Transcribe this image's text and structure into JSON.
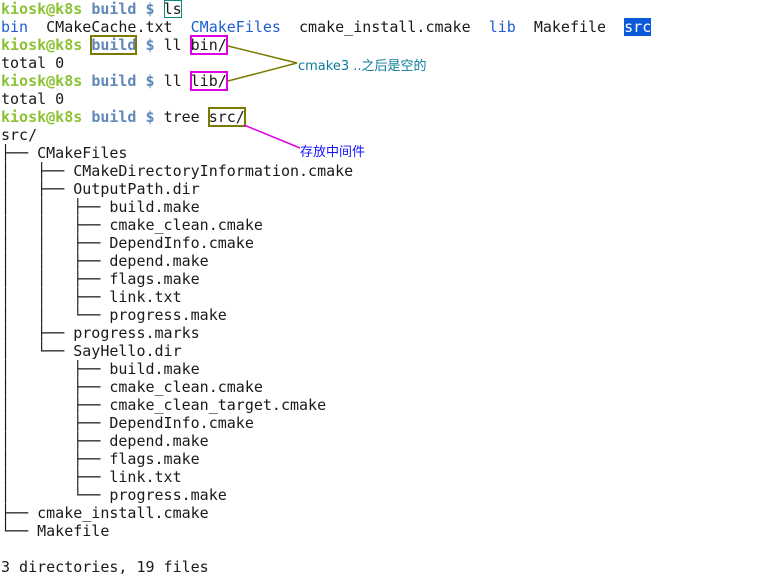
{
  "prompt": {
    "user": "kiosk@k8s",
    "dir": "build",
    "sym": "$"
  },
  "lines": {
    "l0_cmd": "ls",
    "ls_out": {
      "bin": "bin",
      "cmakecache": "CMakeCache.txt",
      "cmakefiles": "CMakeFiles",
      "cmake_install": "cmake_install.cmake",
      "lib": "lib",
      "makefile": "Makefile",
      "src": "src"
    },
    "l2_cmd": "ll",
    "l2_arg": "bin/",
    "total": "total 0",
    "l4_cmd": "ll",
    "l4_arg": "lib/",
    "l6_cmd": "tree",
    "l6_arg": "src/"
  },
  "tree": [
    {
      "prefix": "",
      "name": "src/"
    },
    {
      "prefix": "├── ",
      "name": "CMakeFiles"
    },
    {
      "prefix": "│   ├── ",
      "name": "CMakeDirectoryInformation.cmake"
    },
    {
      "prefix": "│   ├── ",
      "name": "OutputPath.dir"
    },
    {
      "prefix": "│   │   ├── ",
      "name": "build.make"
    },
    {
      "prefix": "│   │   ├── ",
      "name": "cmake_clean.cmake"
    },
    {
      "prefix": "│   │   ├── ",
      "name": "DependInfo.cmake"
    },
    {
      "prefix": "│   │   ├── ",
      "name": "depend.make"
    },
    {
      "prefix": "│   │   ├── ",
      "name": "flags.make"
    },
    {
      "prefix": "│   │   ├── ",
      "name": "link.txt"
    },
    {
      "prefix": "│   │   └── ",
      "name": "progress.make"
    },
    {
      "prefix": "│   ├── ",
      "name": "progress.marks"
    },
    {
      "prefix": "│   └── ",
      "name": "SayHello.dir"
    },
    {
      "prefix": "│       ├── ",
      "name": "build.make"
    },
    {
      "prefix": "│       ├── ",
      "name": "cmake_clean.cmake"
    },
    {
      "prefix": "│       ├── ",
      "name": "cmake_clean_target.cmake"
    },
    {
      "prefix": "│       ├── ",
      "name": "DependInfo.cmake"
    },
    {
      "prefix": "│       ├── ",
      "name": "depend.make"
    },
    {
      "prefix": "│       ├── ",
      "name": "flags.make"
    },
    {
      "prefix": "│       ├── ",
      "name": "link.txt"
    },
    {
      "prefix": "│       └── ",
      "name": "progress.make"
    },
    {
      "prefix": "├── ",
      "name": "cmake_install.cmake"
    },
    {
      "prefix": "└── ",
      "name": "Makefile"
    }
  ],
  "summary": "3 directories, 19 files",
  "annotations": {
    "a1": "cmake3 ..之后是空的",
    "a2": "存放中间件"
  },
  "colors": {
    "prompt_user": "#8ac234",
    "prompt_dir": "#5f87b7",
    "dir_listing": "#1d5fd1",
    "selection": "#0d5ad8",
    "box_olive": "#7a7a00",
    "box_magenta": "#e000e0",
    "box_teal": "#0a8a7a"
  }
}
